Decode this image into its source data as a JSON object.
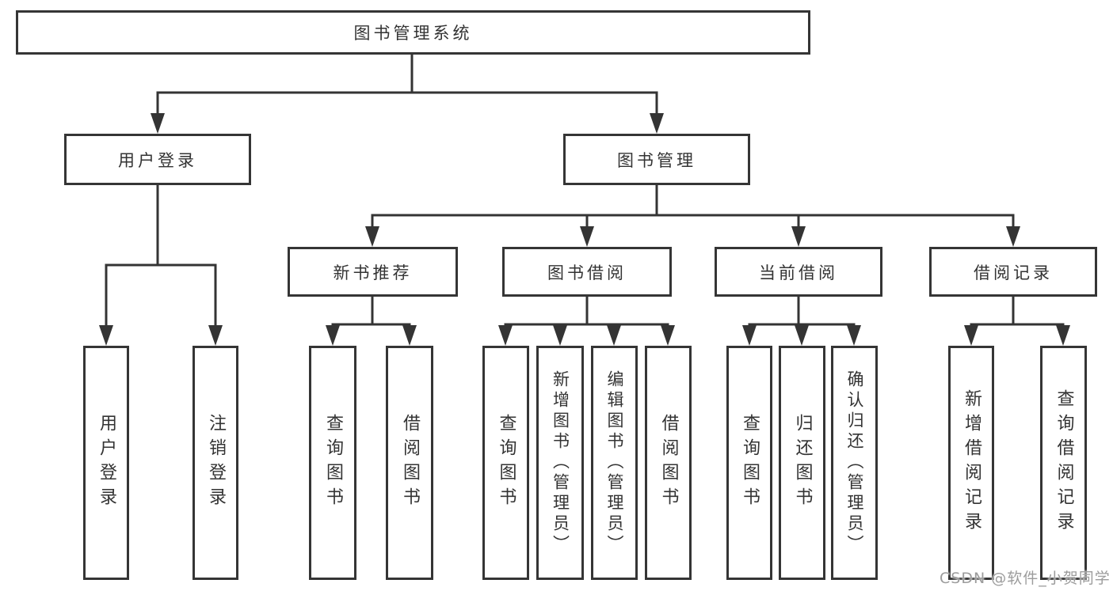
{
  "diagram": {
    "root": {
      "label": "图书管理系统"
    },
    "level1": [
      {
        "label": "用户登录"
      },
      {
        "label": "图书管理"
      }
    ],
    "level2": [
      {
        "label": "新书推荐"
      },
      {
        "label": "图书借阅"
      },
      {
        "label": "当前借阅"
      },
      {
        "label": "借阅记录"
      }
    ],
    "leaves": {
      "login": [
        {
          "label": "用户登录"
        },
        {
          "label": "注销登录"
        }
      ],
      "recommend": [
        {
          "label": "查询图书"
        },
        {
          "label": "借阅图书"
        }
      ],
      "borrow": [
        {
          "label": "查询图书"
        },
        {
          "label": "新增图书（管理员）"
        },
        {
          "label": "编辑图书（管理员）"
        },
        {
          "label": "借阅图书"
        }
      ],
      "current": [
        {
          "label": "查询图书"
        },
        {
          "label": "归还图书"
        },
        {
          "label": "确认归还（管理员）"
        }
      ],
      "records": [
        {
          "label": "新增借阅记录"
        },
        {
          "label": "查询借阅记录"
        }
      ]
    },
    "colors": {
      "line": "#343434",
      "box_border": "#353535",
      "text": "#333333",
      "watermark": "#9c9c9c"
    },
    "watermark": "CSDN @软件_小贺同学"
  }
}
